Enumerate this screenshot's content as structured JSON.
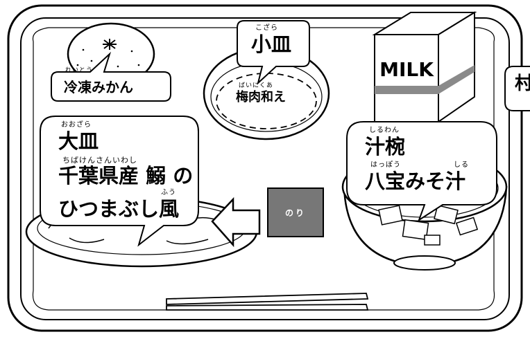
{
  "items": {
    "kozara": {
      "ruby": "こざら",
      "name": "小皿"
    },
    "baniku": {
      "ruby": "ばいにくあ",
      "name": "梅肉和え"
    },
    "mikan": {
      "ruby": "れいとう",
      "name": "冷凍みかん"
    },
    "oozara": {
      "ruby": "おおざら",
      "name": "大皿"
    },
    "hitsumabushi": {
      "ruby1": "ちばけんさんいわし",
      "line1": "千葉県産 鰯 の",
      "ruby2": "ふう",
      "line2": "ひつまぶし風"
    },
    "shiruwan": {
      "ruby": "しるわん",
      "name": "汁椀"
    },
    "miso": {
      "ruby1": "はっぽう",
      "ruby2": "しる",
      "name": "八宝みそ汁"
    },
    "milk": {
      "label": "MILK"
    },
    "nori": {
      "label": "のり"
    },
    "cutoff": {
      "char": "村"
    }
  },
  "colors": {
    "outline": "#000000",
    "milk_band": "#8a8a8a",
    "nori_fill": "#777777",
    "background": "#ffffff"
  }
}
